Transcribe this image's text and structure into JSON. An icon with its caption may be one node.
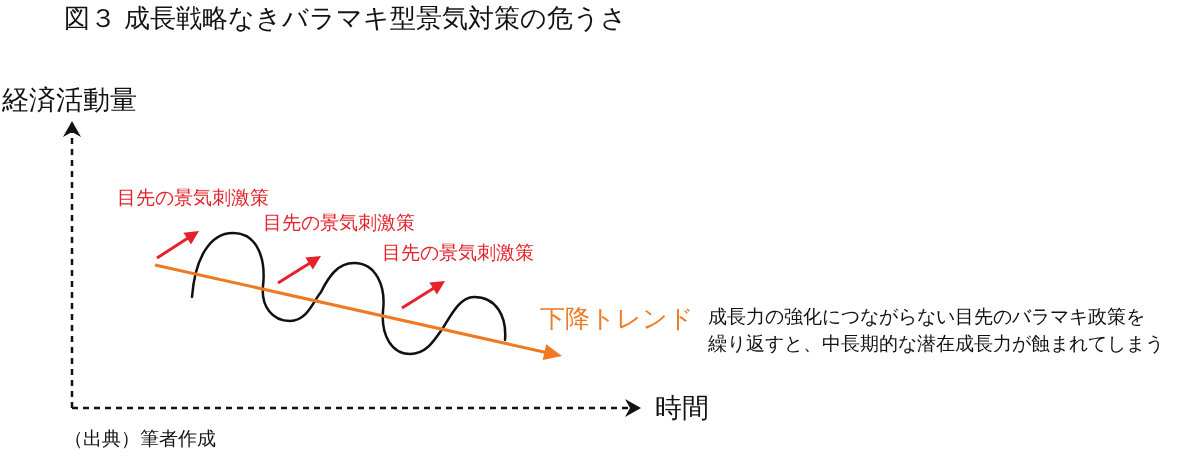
{
  "diagram": {
    "title": "図３ 成長戦略なきバラマキ型景気対策の危うさ",
    "caption": "（出典）筆者作成",
    "labels": [
      "経済活動量",
      "目先の景気刺激策",
      "目先の景気刺激策",
      "目先の景気刺激策",
      "下降トレンド",
      "成長力の強化につながらない目先のバラマキ政策を繰り返すと、中長期的な潜在成長力が蝕まれてしまう",
      "時間"
    ]
  }
}
